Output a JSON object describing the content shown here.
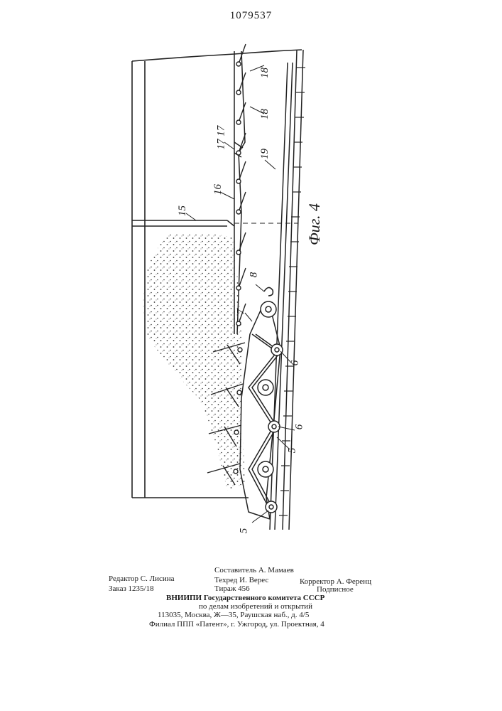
{
  "header": {
    "patent_number": "1079537"
  },
  "figure": {
    "caption": "Фиг. 4",
    "callouts": {
      "c18a": "18",
      "c18b": "18",
      "c17": "17 17",
      "c19": "19",
      "c16": "16",
      "c15": "15",
      "c8": "8",
      "c7": "7",
      "c6a": "6",
      "c6b": "6",
      "c5a": "5",
      "c5b": "5"
    }
  },
  "imprint": {
    "editor": "Редактор С. Лисина",
    "order": "Заказ 1235/18",
    "compiler": "Составитель А. Мамаев",
    "tech_editor": "Техред И. Верес",
    "print_run": "Тираж 456",
    "proofreader": "Корректор А. Ференц",
    "subscription": "Подписное",
    "institute": "ВНИИПИ Государственного комитета СССР",
    "institute_dept": "по делам изобретений и открытий",
    "address": "113035, Москва, Ж—35, Раушская наб., д. 4/5",
    "branch": "Филиал ППП «Патент», г. Ужгород, ул. Проектная, 4"
  }
}
